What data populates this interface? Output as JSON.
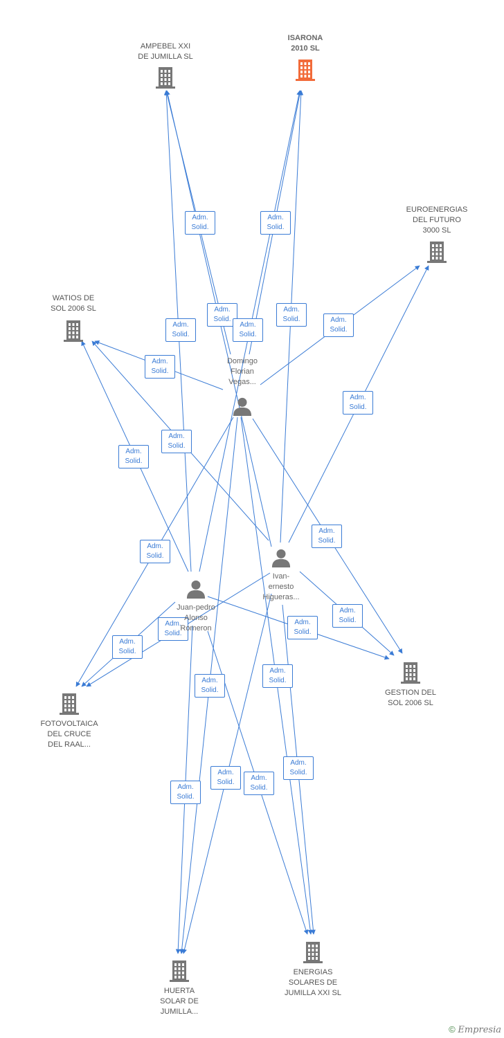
{
  "colors": {
    "edge": "#3a7bd5",
    "company_icon": "#777777",
    "highlight_icon": "#f26b3a",
    "person_icon": "#777777"
  },
  "nodes": [
    {
      "id": "ampebel",
      "kind": "company",
      "icon": "building-icon",
      "label_lines": [
        "AMPEBEL XXI",
        "DE JUMILLA SL"
      ]
    },
    {
      "id": "isarona",
      "kind": "company",
      "icon": "building-icon",
      "highlight": true,
      "label_lines": [
        "ISARONA",
        "2010 SL"
      ]
    },
    {
      "id": "euroenergias",
      "kind": "company",
      "icon": "building-icon",
      "label_lines": [
        "EUROENERGIAS",
        "DEL FUTURO",
        "3000 SL"
      ]
    },
    {
      "id": "watios",
      "kind": "company",
      "icon": "building-icon",
      "label_lines": [
        "WATIOS DE",
        "SOL 2006 SL"
      ]
    },
    {
      "id": "domingo",
      "kind": "person",
      "icon": "person-icon",
      "label_lines": [
        "Domingo",
        "Florian",
        "Vegas..."
      ]
    },
    {
      "id": "ivan",
      "kind": "person",
      "icon": "person-icon",
      "label_lines": [
        "Ivan-",
        "ernesto",
        "Higueras..."
      ]
    },
    {
      "id": "juan",
      "kind": "person",
      "icon": "person-icon",
      "label_lines": [
        "Juan-pedro",
        "Alonso",
        "Romeron"
      ]
    },
    {
      "id": "fotovoltaica",
      "kind": "company",
      "icon": "building-icon",
      "label_lines": [
        "FOTOVOLTAICA",
        "DEL CRUCE",
        "DEL RAAL..."
      ]
    },
    {
      "id": "gestion",
      "kind": "company",
      "icon": "building-icon",
      "label_lines": [
        "GESTION DEL",
        "SOL 2006 SL"
      ]
    },
    {
      "id": "huerta",
      "kind": "company",
      "icon": "building-icon",
      "label_lines": [
        "HUERTA",
        "SOLAR DE",
        "JUMILLA..."
      ]
    },
    {
      "id": "energias",
      "kind": "company",
      "icon": "building-icon",
      "label_lines": [
        "ENERGIAS",
        "SOLARES DE",
        "JUMILLA XXI SL"
      ]
    }
  ],
  "edges": [
    {
      "from": "domingo",
      "to": "ampebel",
      "label_lines": [
        "Adm.",
        "Solid."
      ]
    },
    {
      "from": "ivan",
      "to": "ampebel",
      "label_lines": [
        "Adm.",
        "Solid."
      ]
    },
    {
      "from": "juan",
      "to": "ampebel",
      "label_lines": [
        "Adm.",
        "Solid."
      ]
    },
    {
      "from": "domingo",
      "to": "isarona",
      "label_lines": [
        "Adm.",
        "Solid."
      ]
    },
    {
      "from": "ivan",
      "to": "isarona",
      "label_lines": [
        "Adm.",
        "Solid."
      ]
    },
    {
      "from": "juan",
      "to": "isarona",
      "label_lines": [
        "Adm.",
        "Solid."
      ]
    },
    {
      "from": "domingo",
      "to": "euroenergias",
      "label_lines": [
        "Adm.",
        "Solid."
      ]
    },
    {
      "from": "ivan",
      "to": "euroenergias",
      "label_lines": [
        "Adm.",
        "Solid."
      ]
    },
    {
      "from": "domingo",
      "to": "watios",
      "label_lines": [
        "Adm.",
        "Solid."
      ]
    },
    {
      "from": "ivan",
      "to": "watios",
      "label_lines": [
        "Adm.",
        "Solid."
      ]
    },
    {
      "from": "juan",
      "to": "watios",
      "label_lines": [
        "Adm.",
        "Solid."
      ]
    },
    {
      "from": "domingo",
      "to": "fotovoltaica",
      "label_lines": [
        "Adm.",
        "Solid."
      ]
    },
    {
      "from": "ivan",
      "to": "fotovoltaica",
      "label_lines": [
        "Adm.",
        "Solid."
      ]
    },
    {
      "from": "juan",
      "to": "fotovoltaica",
      "label_lines": [
        "Adm.",
        "Solid."
      ]
    },
    {
      "from": "domingo",
      "to": "gestion",
      "label_lines": [
        "Adm.",
        "Solid."
      ]
    },
    {
      "from": "ivan",
      "to": "gestion",
      "label_lines": [
        "Adm.",
        "Solid."
      ]
    },
    {
      "from": "juan",
      "to": "gestion",
      "label_lines": [
        "Adm.",
        "Solid."
      ]
    },
    {
      "from": "domingo",
      "to": "huerta",
      "label_lines": [
        "Adm.",
        "Solid."
      ]
    },
    {
      "from": "ivan",
      "to": "huerta",
      "label_lines": [
        "Adm.",
        "Solid."
      ]
    },
    {
      "from": "juan",
      "to": "huerta",
      "label_lines": [
        "Adm.",
        "Solid."
      ]
    },
    {
      "from": "domingo",
      "to": "energias",
      "label_lines": [
        "Adm.",
        "Solid."
      ]
    },
    {
      "from": "ivan",
      "to": "energias",
      "label_lines": [
        "Adm.",
        "Solid."
      ]
    },
    {
      "from": "juan",
      "to": "energias",
      "label_lines": [
        "Adm.",
        "Solid."
      ]
    }
  ],
  "footer": {
    "copyright_symbol": "©",
    "brand": "Empresia"
  }
}
